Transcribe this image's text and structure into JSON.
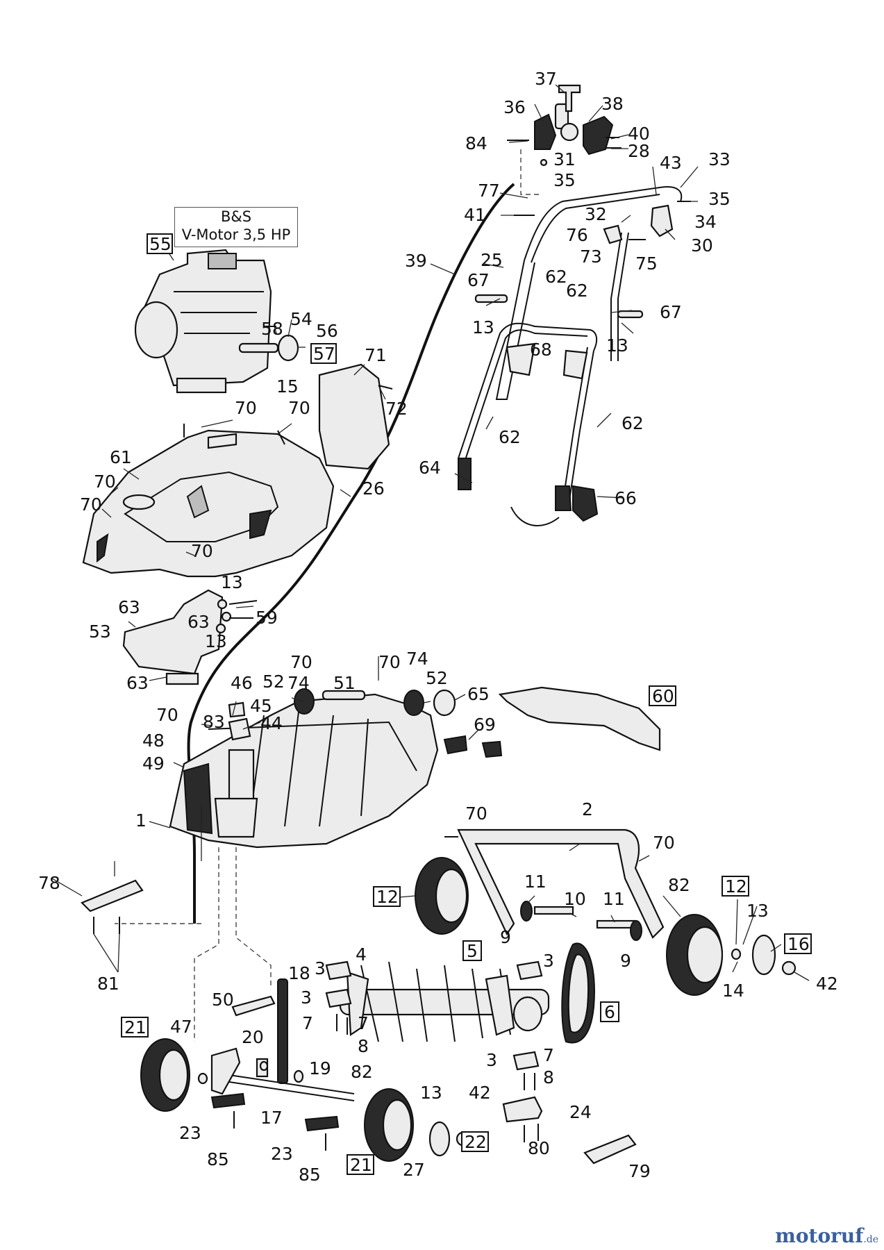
{
  "engine_label": {
    "line1": "B&S",
    "line2": "V-Motor 3,5 HP"
  },
  "watermark": {
    "name": "motoruf",
    "suffix": ".de"
  },
  "callouts": [
    {
      "id": "n37",
      "text": "37"
    },
    {
      "id": "n36",
      "text": "36"
    },
    {
      "id": "n38",
      "text": "38"
    },
    {
      "id": "n84",
      "text": "84"
    },
    {
      "id": "n40",
      "text": "40"
    },
    {
      "id": "n28",
      "text": "28"
    },
    {
      "id": "n31",
      "text": "31"
    },
    {
      "id": "n35a",
      "text": "35"
    },
    {
      "id": "n43",
      "text": "43"
    },
    {
      "id": "n33",
      "text": "33"
    },
    {
      "id": "n35b",
      "text": "35"
    },
    {
      "id": "n77",
      "text": "77"
    },
    {
      "id": "n41",
      "text": "41"
    },
    {
      "id": "n32",
      "text": "32"
    },
    {
      "id": "n34",
      "text": "34"
    },
    {
      "id": "n76",
      "text": "76"
    },
    {
      "id": "n30",
      "text": "30"
    },
    {
      "id": "n73",
      "text": "73"
    },
    {
      "id": "n75",
      "text": "75"
    },
    {
      "id": "n39",
      "text": "39"
    },
    {
      "id": "n25",
      "text": "25"
    },
    {
      "id": "n62a",
      "text": "62"
    },
    {
      "id": "n62b",
      "text": "62"
    },
    {
      "id": "n67a",
      "text": "67"
    },
    {
      "id": "n13a",
      "text": "13"
    },
    {
      "id": "n67b",
      "text": "67"
    },
    {
      "id": "n13b",
      "text": "13"
    },
    {
      "id": "n68",
      "text": "68"
    },
    {
      "id": "n58",
      "text": "58"
    },
    {
      "id": "n54",
      "text": "54"
    },
    {
      "id": "n56",
      "text": "56"
    },
    {
      "id": "n15",
      "text": "15"
    },
    {
      "id": "n71",
      "text": "71"
    },
    {
      "id": "n72",
      "text": "72"
    },
    {
      "id": "n70a",
      "text": "70"
    },
    {
      "id": "n70b",
      "text": "70"
    },
    {
      "id": "n61",
      "text": "61"
    },
    {
      "id": "n70c",
      "text": "70"
    },
    {
      "id": "n70d",
      "text": "70"
    },
    {
      "id": "n26",
      "text": "26"
    },
    {
      "id": "n62c",
      "text": "62"
    },
    {
      "id": "n62d",
      "text": "62"
    },
    {
      "id": "n64",
      "text": "64"
    },
    {
      "id": "n66",
      "text": "66"
    },
    {
      "id": "n70e",
      "text": "70"
    },
    {
      "id": "n13c",
      "text": "13"
    },
    {
      "id": "n63a",
      "text": "63"
    },
    {
      "id": "n53",
      "text": "53"
    },
    {
      "id": "n63b",
      "text": "63"
    },
    {
      "id": "n59",
      "text": "59"
    },
    {
      "id": "n13d",
      "text": "13"
    },
    {
      "id": "n63c",
      "text": "63"
    },
    {
      "id": "n70f",
      "text": "70"
    },
    {
      "id": "n74a",
      "text": "74"
    },
    {
      "id": "n70g",
      "text": "70"
    },
    {
      "id": "n52a",
      "text": "52"
    },
    {
      "id": "n74b",
      "text": "74"
    },
    {
      "id": "n51",
      "text": "51"
    },
    {
      "id": "n46",
      "text": "46"
    },
    {
      "id": "n52b",
      "text": "52"
    },
    {
      "id": "n65",
      "text": "65"
    },
    {
      "id": "n45",
      "text": "45"
    },
    {
      "id": "n70h",
      "text": "70"
    },
    {
      "id": "n83",
      "text": "83"
    },
    {
      "id": "n44",
      "text": "44"
    },
    {
      "id": "n69",
      "text": "69"
    },
    {
      "id": "n48",
      "text": "48"
    },
    {
      "id": "n49",
      "text": "49"
    },
    {
      "id": "n1",
      "text": "1"
    },
    {
      "id": "n70i",
      "text": "70"
    },
    {
      "id": "n2",
      "text": "2"
    },
    {
      "id": "n70j",
      "text": "70"
    },
    {
      "id": "n78",
      "text": "78"
    },
    {
      "id": "n11a",
      "text": "11"
    },
    {
      "id": "n10",
      "text": "10"
    },
    {
      "id": "n11b",
      "text": "11"
    },
    {
      "id": "n82a",
      "text": "82"
    },
    {
      "id": "n9a",
      "text": "9"
    },
    {
      "id": "n9b",
      "text": "9"
    },
    {
      "id": "n13e",
      "text": "13"
    },
    {
      "id": "n81",
      "text": "81"
    },
    {
      "id": "n3a",
      "text": "3"
    },
    {
      "id": "n4",
      "text": "4"
    },
    {
      "id": "n3b",
      "text": "3"
    },
    {
      "id": "n18",
      "text": "18"
    },
    {
      "id": "n3c",
      "text": "3"
    },
    {
      "id": "n14",
      "text": "14"
    },
    {
      "id": "n42a",
      "text": "42"
    },
    {
      "id": "n50",
      "text": "50"
    },
    {
      "id": "n7a",
      "text": "7"
    },
    {
      "id": "n7b",
      "text": "7"
    },
    {
      "id": "n8a",
      "text": "8"
    },
    {
      "id": "n47",
      "text": "47"
    },
    {
      "id": "n20",
      "text": "20"
    },
    {
      "id": "n19",
      "text": "19"
    },
    {
      "id": "n3d",
      "text": "3"
    },
    {
      "id": "n7c",
      "text": "7"
    },
    {
      "id": "n8b",
      "text": "8"
    },
    {
      "id": "n82b",
      "text": "82"
    },
    {
      "id": "n13f",
      "text": "13"
    },
    {
      "id": "n42b",
      "text": "42"
    },
    {
      "id": "n24",
      "text": "24"
    },
    {
      "id": "n17",
      "text": "17"
    },
    {
      "id": "n23a",
      "text": "23"
    },
    {
      "id": "n85a",
      "text": "85"
    },
    {
      "id": "n23b",
      "text": "23"
    },
    {
      "id": "n85b",
      "text": "85"
    },
    {
      "id": "n27",
      "text": "27"
    },
    {
      "id": "n80",
      "text": "80"
    },
    {
      "id": "n79",
      "text": "79"
    }
  ],
  "boxed_callouts": [
    {
      "id": "b55",
      "text": "55"
    },
    {
      "id": "b57",
      "text": "57"
    },
    {
      "id": "b60",
      "text": "60"
    },
    {
      "id": "b12a",
      "text": "12"
    },
    {
      "id": "b12b",
      "text": "12"
    },
    {
      "id": "b16",
      "text": "16"
    },
    {
      "id": "b5",
      "text": "5"
    },
    {
      "id": "b6",
      "text": "6"
    },
    {
      "id": "b21a",
      "text": "21"
    },
    {
      "id": "b22",
      "text": "22"
    },
    {
      "id": "b21b",
      "text": "21"
    }
  ]
}
